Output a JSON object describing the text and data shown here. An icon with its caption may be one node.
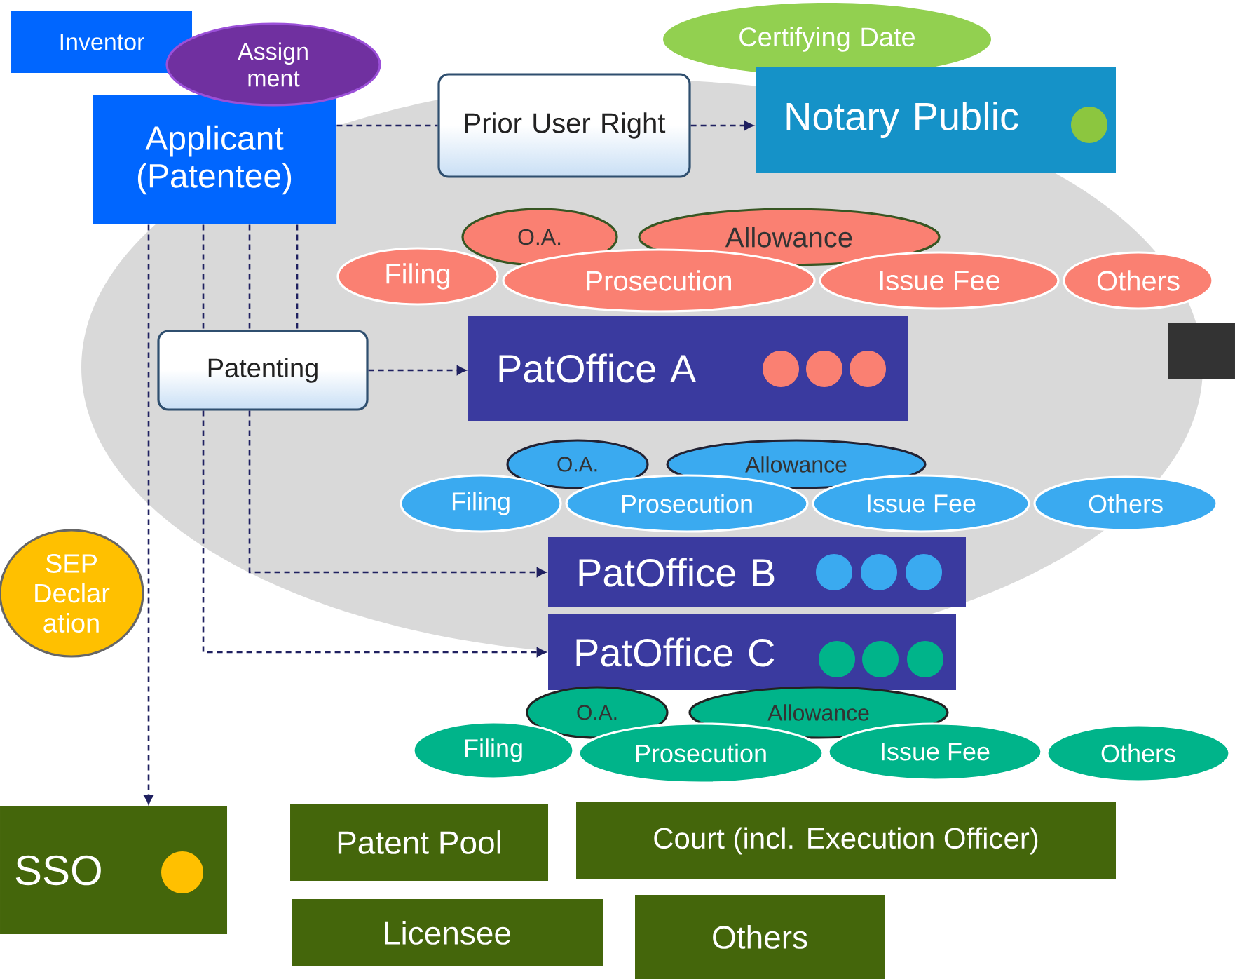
{
  "diagram": {
    "nodes": [
      {
        "text": [
          "Inventor"
        ]
      },
      {
        "text": [
          "Assign ment"
        ]
      },
      {
        "text": [
          "Certifying Date"
        ]
      },
      {
        "text": [
          "Applicant (Patentee)"
        ]
      },
      {
        "text": [
          "Prior User Right"
        ]
      },
      {
        "text": [
          "Notary Public"
        ]
      },
      {
        "text": [
          "O.A."
        ]
      },
      {
        "text": [
          "Allowance"
        ]
      },
      {
        "text": [
          "Filing"
        ]
      },
      {
        "text": [
          "Prosecution"
        ]
      },
      {
        "text": [
          "Issue Fee"
        ]
      },
      {
        "text": [
          "Others"
        ]
      },
      {
        "text": [
          "Patenting"
        ]
      },
      {
        "text": [
          "PatOffice A"
        ]
      },
      {
        "text": [
          "O.A."
        ]
      },
      {
        "text": [
          "Allowance"
        ]
      },
      {
        "text": [
          "Filing"
        ]
      },
      {
        "text": [
          "Prosecution"
        ]
      },
      {
        "text": [
          "Issue Fee"
        ]
      },
      {
        "text": [
          "Others"
        ]
      },
      {
        "text": [
          "SEP Declar ation"
        ]
      },
      {
        "text": [
          "PatOffice B"
        ]
      },
      {
        "text": [
          "PatOffice C"
        ]
      },
      {
        "text": [
          "O.A."
        ]
      },
      {
        "text": [
          "Allowance"
        ]
      },
      {
        "text": [
          "Filing"
        ]
      },
      {
        "text": [
          "Prosecution"
        ]
      },
      {
        "text": [
          "Issue Fee"
        ]
      },
      {
        "text": [
          "Others"
        ]
      },
      {
        "text": [
          "SSO"
        ]
      },
      {
        "text": [
          "Patent Pool"
        ]
      },
      {
        "text": [
          "Court (incl. Execution Officer)"
        ]
      },
      {
        "text": [
          "Licensee"
        ]
      },
      {
        "text": [
          "Others"
        ]
      }
    ],
    "edges": [
      {
        "from": 3,
        "to": 4,
        "arrow": "none",
        "style": "dashed"
      },
      {
        "from": 4,
        "to": 5,
        "arrow": "to",
        "style": "dashed"
      },
      {
        "from": 3,
        "to": 12,
        "arrow": "none",
        "style": "dashed"
      },
      {
        "from": 3,
        "to": 12,
        "arrow": "none",
        "style": "dashed"
      },
      {
        "from": 3,
        "to": 12,
        "arrow": "none",
        "style": "dashed"
      },
      {
        "from": 12,
        "to": 13,
        "arrow": "to",
        "style": "dashed"
      },
      {
        "from": 12,
        "to": 21,
        "arrow": "to",
        "style": "dashed"
      },
      {
        "from": 12,
        "to": 22,
        "arrow": "to",
        "style": "dashed"
      },
      {
        "from": 3,
        "to": 29,
        "arrow": "to",
        "style": "dashed"
      }
    ]
  }
}
